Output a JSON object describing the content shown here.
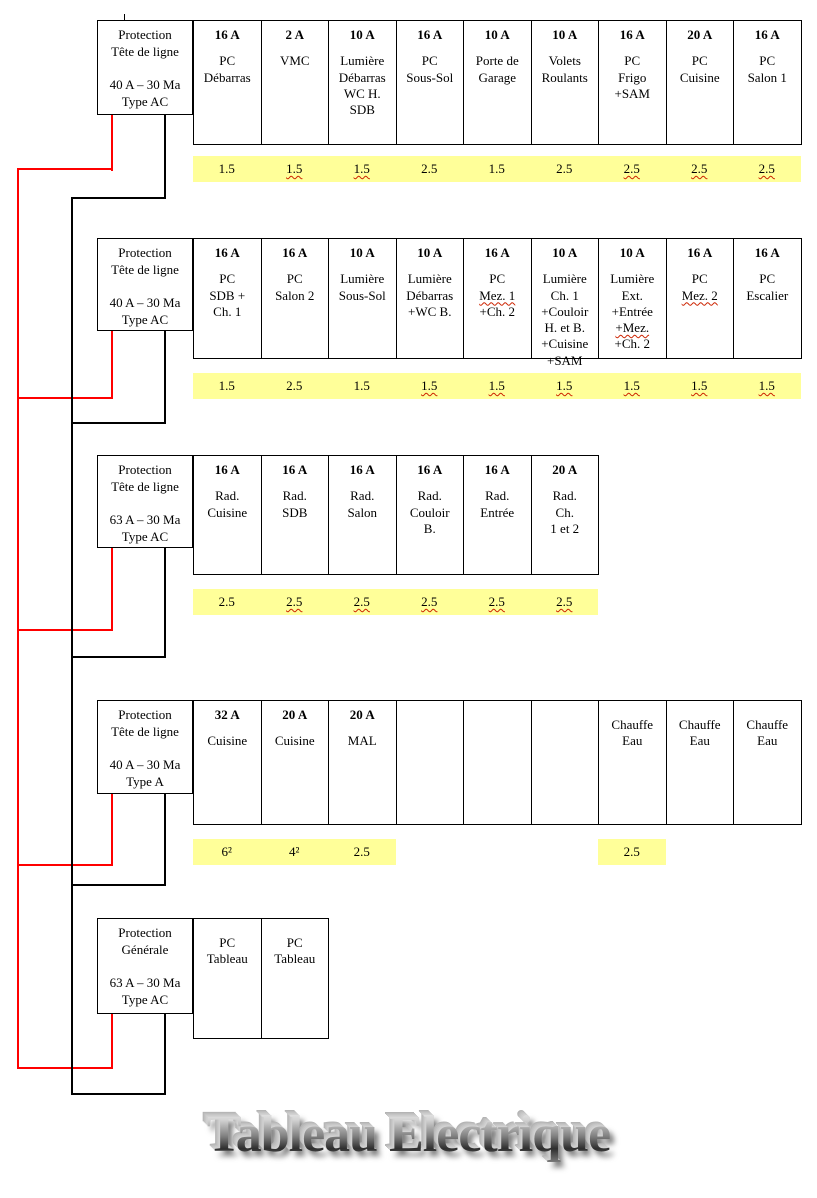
{
  "title": {
    "text": "Tableau Electrique"
  },
  "colors": {
    "wire_live": "#FF0000",
    "wire_neutral": "#000000",
    "gauge_highlight": "#FFFF99",
    "squiggle_red": "#CC2200",
    "title_gray": "#9A9A9A"
  },
  "rows": [
    {
      "protection": {
        "lines": [
          "Protection",
          "Tête de ligne",
          "",
          "40 A – 30 Ma",
          "Type AC"
        ]
      },
      "circuits": [
        {
          "amp": "16 A",
          "label": [
            "PC",
            "Débarras"
          ]
        },
        {
          "amp": "2 A",
          "label": [
            "VMC"
          ]
        },
        {
          "amp": "10 A",
          "label": [
            "Lumière",
            "Débarras",
            "WC H.",
            "SDB"
          ]
        },
        {
          "amp": "16 A",
          "label": [
            "PC",
            "Sous-Sol"
          ]
        },
        {
          "amp": "10 A",
          "label": [
            "Porte de",
            "Garage"
          ]
        },
        {
          "amp": "10 A",
          "label": [
            "Volets",
            "Roulants"
          ]
        },
        {
          "amp": "16 A",
          "label": [
            "PC",
            "Frigo",
            "+SAM"
          ]
        },
        {
          "amp": "20 A",
          "label": [
            "PC",
            "Cuisine"
          ]
        },
        {
          "amp": "16 A",
          "label": [
            "PC",
            "Salon 1"
          ]
        }
      ],
      "gauge_strips": [
        {
          "start": 0,
          "values": [
            {
              "v": "1.5"
            },
            {
              "v": "1.5",
              "wavy": true
            },
            {
              "v": "1.5",
              "wavy": true
            },
            {
              "v": "2.5"
            },
            {
              "v": "1.5"
            },
            {
              "v": "2.5"
            },
            {
              "v": "2.5",
              "wavy": true
            },
            {
              "v": "2.5",
              "wavy": true
            },
            {
              "v": "2.5",
              "wavy": true
            }
          ]
        }
      ]
    },
    {
      "protection": {
        "lines": [
          "Protection",
          "Tête de ligne",
          "",
          "40 A – 30 Ma",
          "Type AC"
        ]
      },
      "circuits": [
        {
          "amp": "16 A",
          "label": [
            "PC",
            "SDB +",
            "Ch. 1"
          ]
        },
        {
          "amp": "16 A",
          "label": [
            "PC",
            "Salon 2"
          ]
        },
        {
          "amp": "10 A",
          "label": [
            "Lumière",
            "Sous-Sol"
          ]
        },
        {
          "amp": "10 A",
          "label": [
            "Lumière",
            "Débarras",
            "+WC B."
          ]
        },
        {
          "amp": "16 A",
          "label": [
            "PC",
            {
              "t": "Mez. 1",
              "wavy": true
            },
            "+Ch. 2"
          ]
        },
        {
          "amp": "10 A",
          "label": [
            "Lumière",
            "Ch. 1",
            "+Couloir",
            "H. et B.",
            "+Cuisine",
            "+SAM"
          ]
        },
        {
          "amp": "10 A",
          "label": [
            "Lumière",
            "Ext.",
            "+Entrée",
            {
              "t": "+Mez.",
              "wavy": true
            },
            "+Ch. 2"
          ]
        },
        {
          "amp": "16 A",
          "label": [
            "PC",
            {
              "t": "Mez. 2",
              "wavy": true
            }
          ]
        },
        {
          "amp": "16 A",
          "label": [
            "PC",
            "Escalier"
          ]
        }
      ],
      "gauge_strips": [
        {
          "start": 0,
          "values": [
            {
              "v": "1.5"
            },
            {
              "v": "2.5"
            },
            {
              "v": "1.5"
            },
            {
              "v": "1.5",
              "wavy": true
            },
            {
              "v": "1.5",
              "wavy": true
            },
            {
              "v": "1.5",
              "wavy": true
            },
            {
              "v": "1.5",
              "wavy": true
            },
            {
              "v": "1.5",
              "wavy": true
            },
            {
              "v": "1.5",
              "wavy": true
            }
          ]
        }
      ]
    },
    {
      "protection": {
        "lines": [
          "Protection",
          "Tête de ligne",
          "",
          "63 A – 30 Ma",
          "Type AC"
        ]
      },
      "circuits": [
        {
          "amp": "16 A",
          "label": [
            "Rad.",
            "Cuisine"
          ]
        },
        {
          "amp": "16 A",
          "label": [
            "Rad.",
            "SDB"
          ]
        },
        {
          "amp": "16 A",
          "label": [
            "Rad.",
            "Salon"
          ]
        },
        {
          "amp": "16 A",
          "label": [
            "Rad.",
            "Couloir",
            "B."
          ]
        },
        {
          "amp": "16 A",
          "label": [
            "Rad.",
            "Entrée"
          ]
        },
        {
          "amp": "20 A",
          "label": [
            "Rad.",
            "Ch.",
            "1 et 2"
          ]
        }
      ],
      "gauge_strips": [
        {
          "start": 0,
          "values": [
            {
              "v": "2.5"
            },
            {
              "v": "2.5",
              "wavy": true
            },
            {
              "v": "2.5",
              "wavy": true
            },
            {
              "v": "2.5",
              "wavy": true
            },
            {
              "v": "2.5",
              "wavy": true
            },
            {
              "v": "2.5",
              "wavy": true
            }
          ]
        }
      ]
    },
    {
      "protection": {
        "lines": [
          "Protection",
          "Tête de ligne",
          "",
          "40 A – 30 Ma",
          "Type A"
        ]
      },
      "circuits": [
        {
          "amp": "32 A",
          "label": [
            "Cuisine"
          ]
        },
        {
          "amp": "20 A",
          "label": [
            "Cuisine"
          ]
        },
        {
          "amp": "20 A",
          "label": [
            "MAL"
          ]
        },
        {
          "amp": "",
          "label": []
        },
        {
          "amp": "",
          "label": []
        },
        {
          "amp": "",
          "label": []
        },
        {
          "amp": "",
          "label": [
            "Chauffe",
            "Eau"
          ]
        },
        {
          "amp": "",
          "label": [
            "Chauffe",
            "Eau"
          ]
        },
        {
          "amp": "",
          "label": [
            "Chauffe",
            "Eau"
          ]
        }
      ],
      "gauge_strips": [
        {
          "start": 0,
          "values": [
            {
              "v": "6²"
            },
            {
              "v": "4²"
            },
            {
              "v": "2.5"
            }
          ]
        },
        {
          "start": 6,
          "values": [
            {
              "v": "2.5"
            }
          ]
        }
      ]
    },
    {
      "protection": {
        "lines": [
          "Protection",
          "Générale",
          "",
          "63 A – 30 Ma",
          "Type AC"
        ]
      },
      "circuits": [
        {
          "amp": "",
          "label": [
            "PC",
            "Tableau"
          ]
        },
        {
          "amp": "",
          "label": [
            "PC",
            "Tableau"
          ]
        }
      ],
      "gauge_strips": []
    }
  ]
}
